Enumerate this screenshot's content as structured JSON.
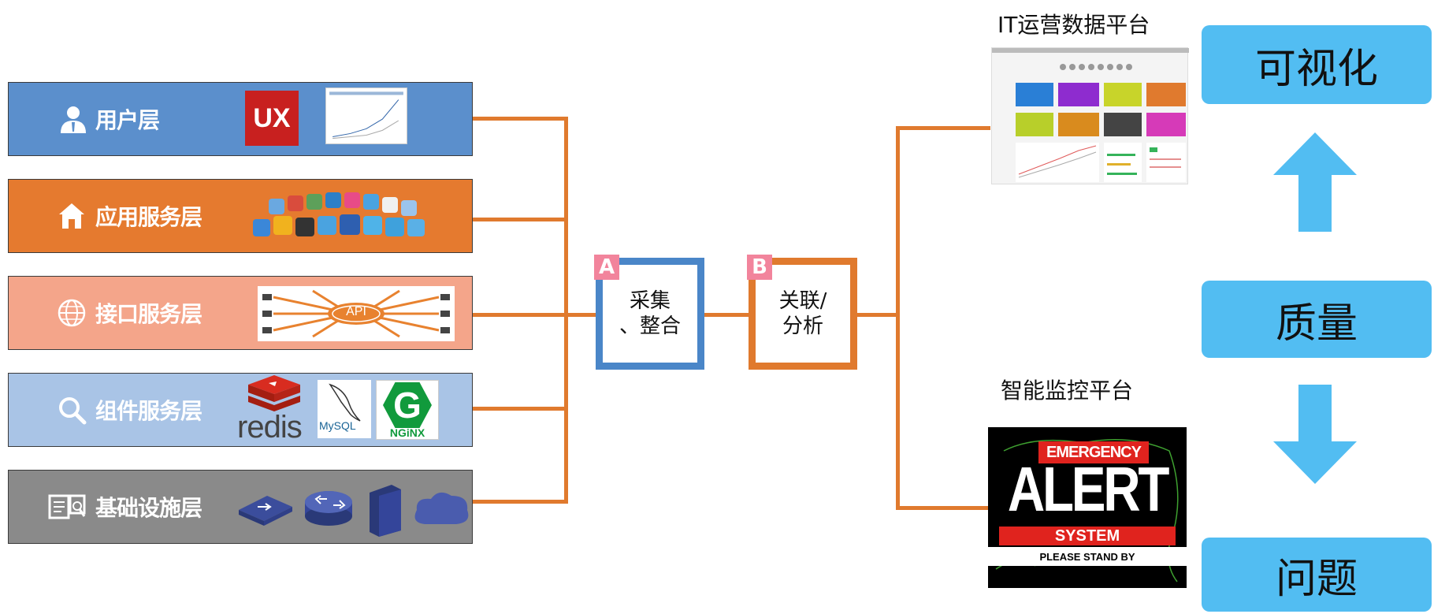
{
  "layers": [
    {
      "label": "用户层",
      "color": "#5b8fcc",
      "icon": "user-icon"
    },
    {
      "label": "应用服务层",
      "color": "#e57a2f",
      "icon": "home-icon"
    },
    {
      "label": "接口服务层",
      "color": "#f4a58a",
      "icon": "globe-icon"
    },
    {
      "label": "组件服务层",
      "color": "#a9c4e6",
      "icon": "search-icon"
    },
    {
      "label": "基础设施层",
      "color": "#8a8a8a",
      "icon": "monitor-search-icon"
    }
  ],
  "logos": {
    "ux": "UX",
    "api": "API",
    "redis": "redis",
    "mysql": "MySQL",
    "nginx_letter": "G",
    "nginx": "NGiNX"
  },
  "process": {
    "a": {
      "tag": "A",
      "line1": "采集",
      "line2": "、整合"
    },
    "b": {
      "tag": "B",
      "line1": "关联/",
      "line2": "分析"
    }
  },
  "outputs": {
    "it_platform": "IT运营数据平台",
    "monitor_platform": "智能监控平台",
    "alert": {
      "top": "EMERGENCY",
      "main": "ALERT",
      "bottom": "SYSTEM",
      "note": "PLEASE STAND BY"
    }
  },
  "right": {
    "visual": "可视化",
    "quality": "质量",
    "issue": "问题",
    "arrow_up": "arrow-up-icon",
    "arrow_down": "arrow-down-icon"
  },
  "colors": {
    "connector": "#e07a2e",
    "box_a": "#4a86c8",
    "box_b": "#e07a2e",
    "tag_pink": "#f2849c",
    "pill": "#52bdf2"
  }
}
